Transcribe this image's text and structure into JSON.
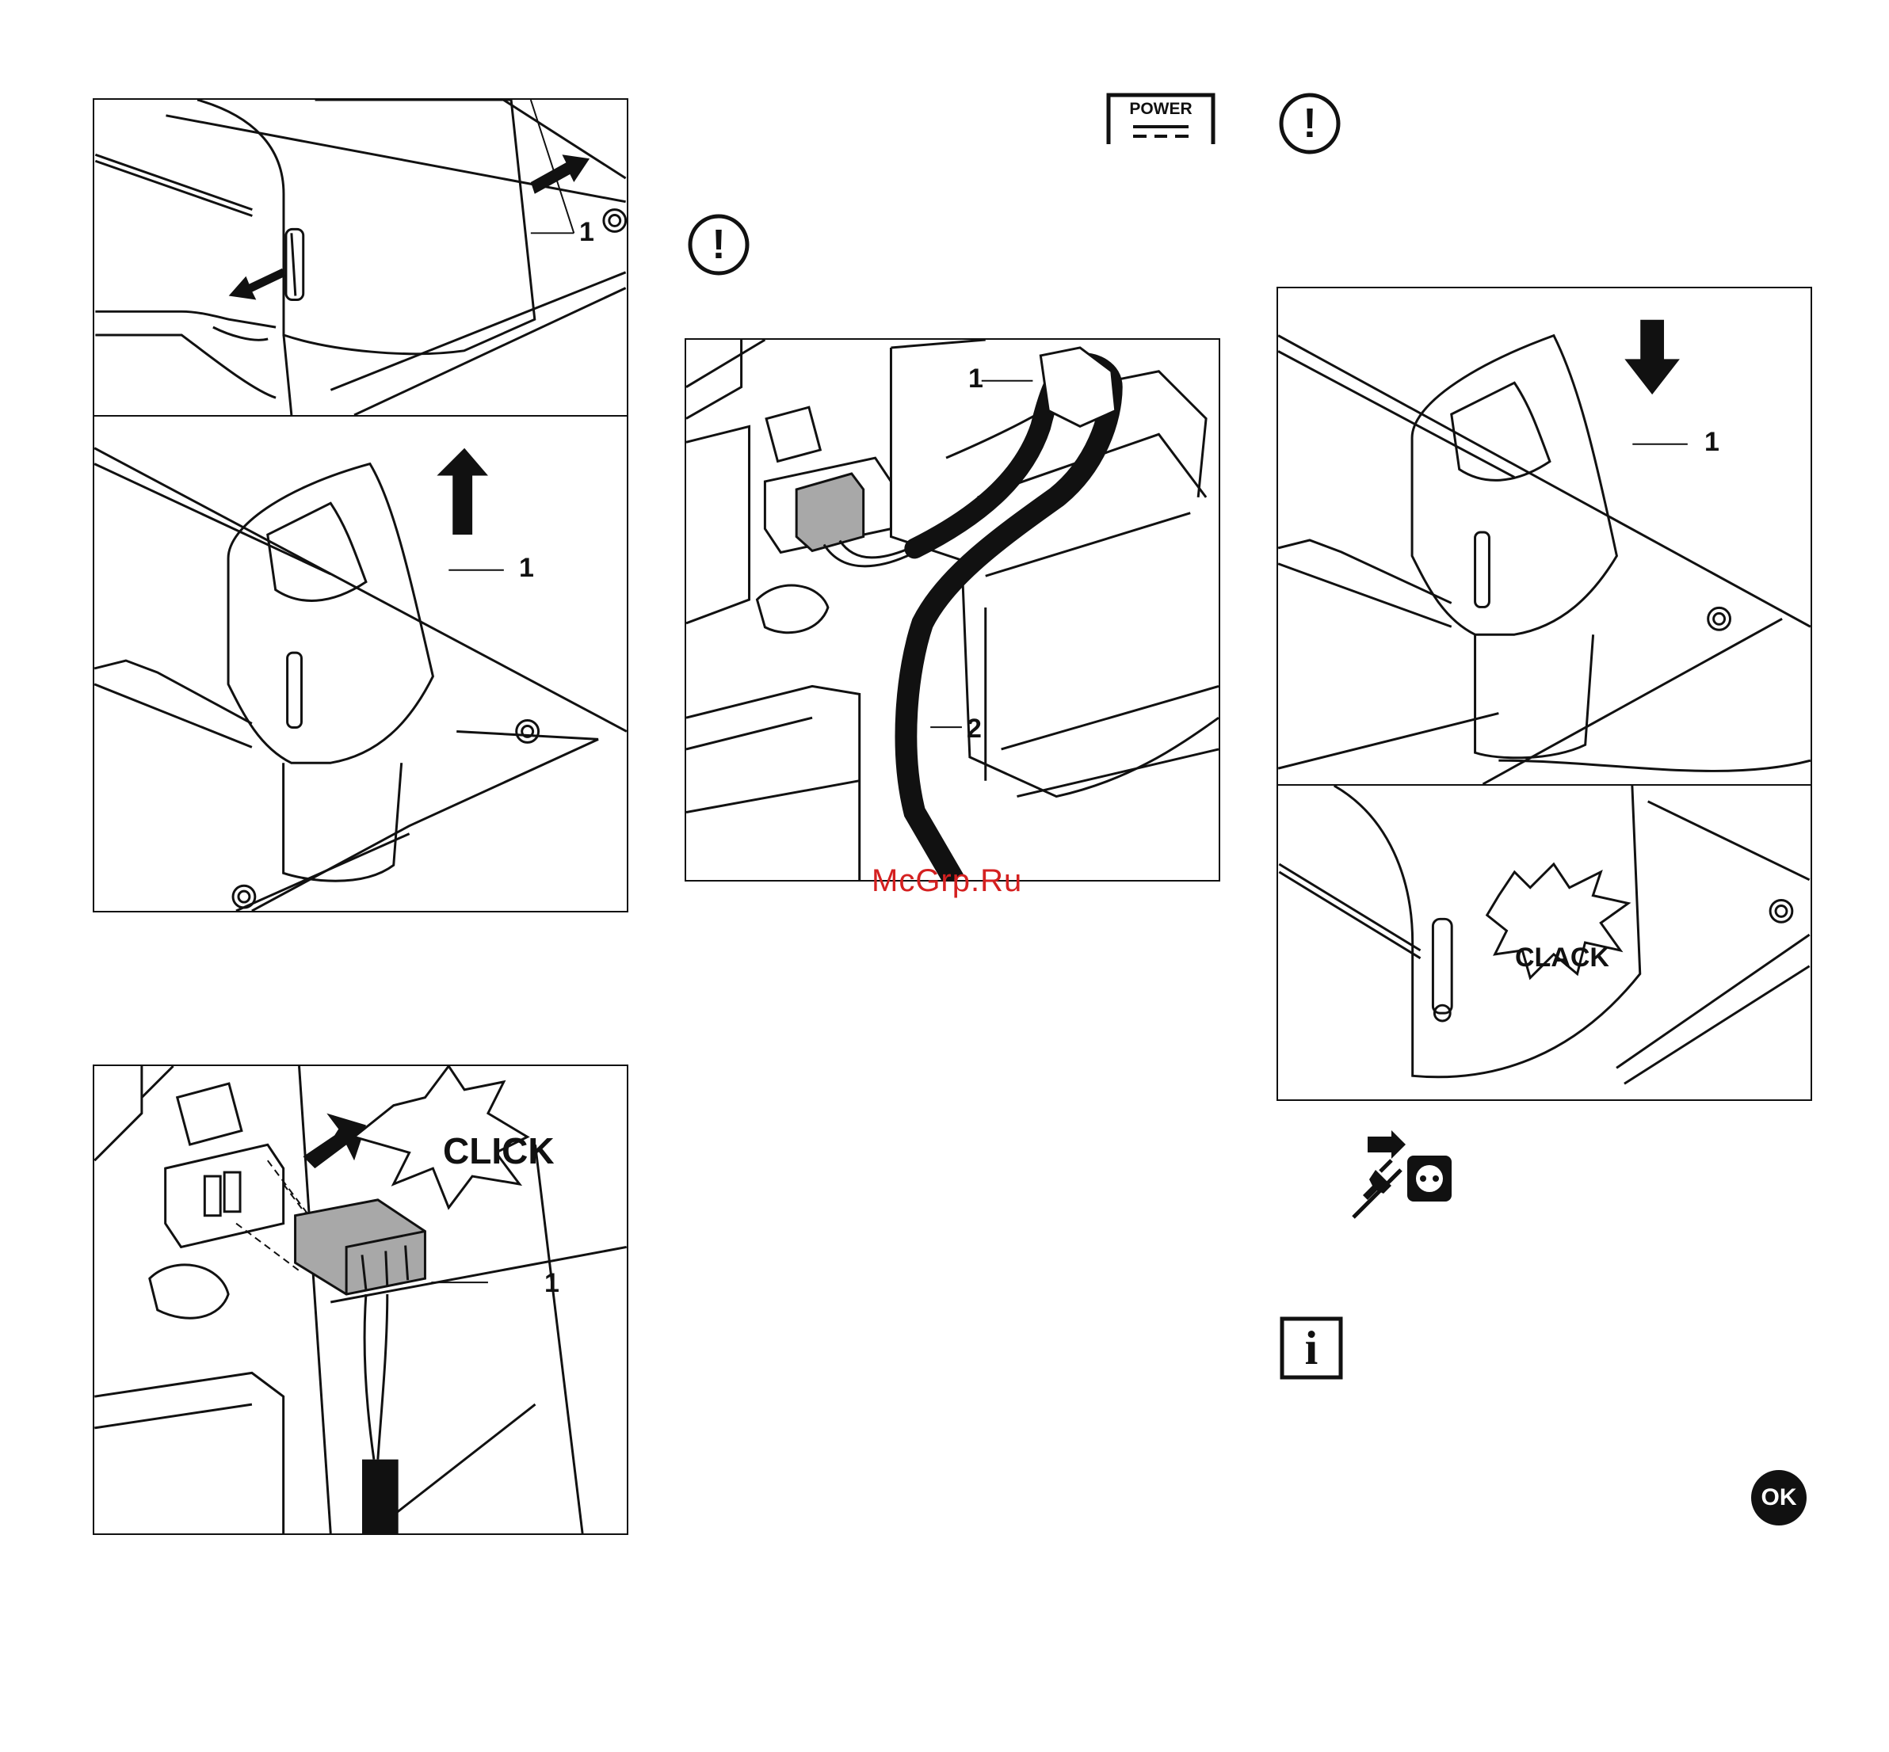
{
  "panels": {
    "open_cover_callout": "1",
    "lift_cover_callout": "1",
    "cable_callout_1": "1",
    "cable_callout_2": "2",
    "connector_callout": "1",
    "connector_click": "CLICK",
    "lower_cover_callout": "1",
    "cover_clack": "CLACK"
  },
  "symbols": {
    "power_label": "POWER",
    "ok_label": "OK",
    "info_label": "i",
    "warning_label": "!"
  },
  "watermark": "McGrp.Ru"
}
